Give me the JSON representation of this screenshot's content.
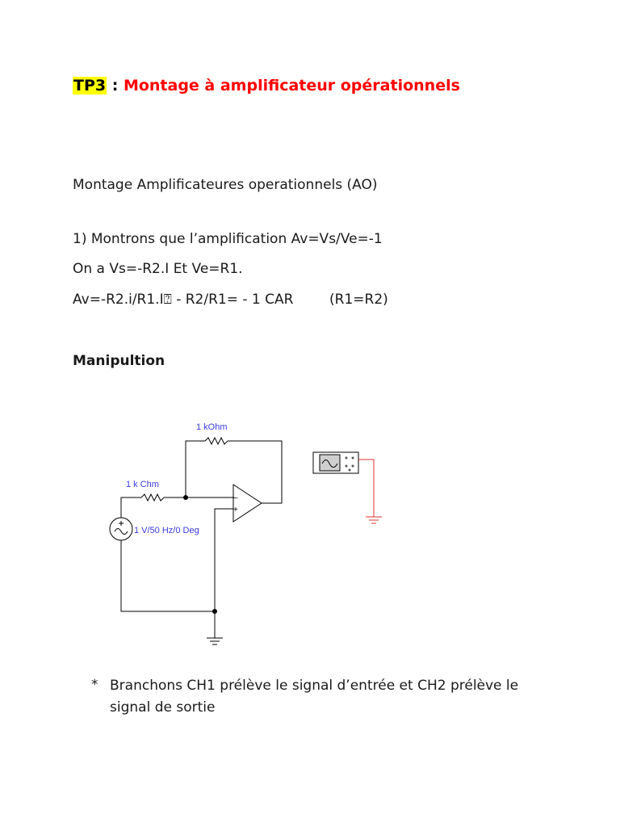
{
  "title": {
    "tp": "TP3",
    "separator": " : ",
    "text": "Montage à amplificateur opérationnels",
    "colors": {
      "highlight": "#ffff00",
      "red": "#ff0000"
    }
  },
  "subtitle": "Montage Amplificateures operationnels (AO)",
  "lines": {
    "l1": "1) Montrons que l’amplification Av=Vs/Ve=-1",
    "l2": "On a Vs=-R2.I   Et Ve=R1.",
    "l3a": "Av=-R2.i/R1.I⍰ - R2/R1= - 1 CAR",
    "l3b": "(R1=R2)"
  },
  "heading": "Manipultion",
  "circuit": {
    "r2_label": "1 kOhm",
    "r1_label": "1 k Chm",
    "source_label": "1 V/50 Hz/0 Deg",
    "colors": {
      "label_blue": "#3a3ae0",
      "ground_red": "#e03030"
    }
  },
  "bullet": {
    "mark": "*",
    "text": "Branchons CH1 prélève le signal d’entrée et CH2 prélève  le signal de sortie"
  }
}
